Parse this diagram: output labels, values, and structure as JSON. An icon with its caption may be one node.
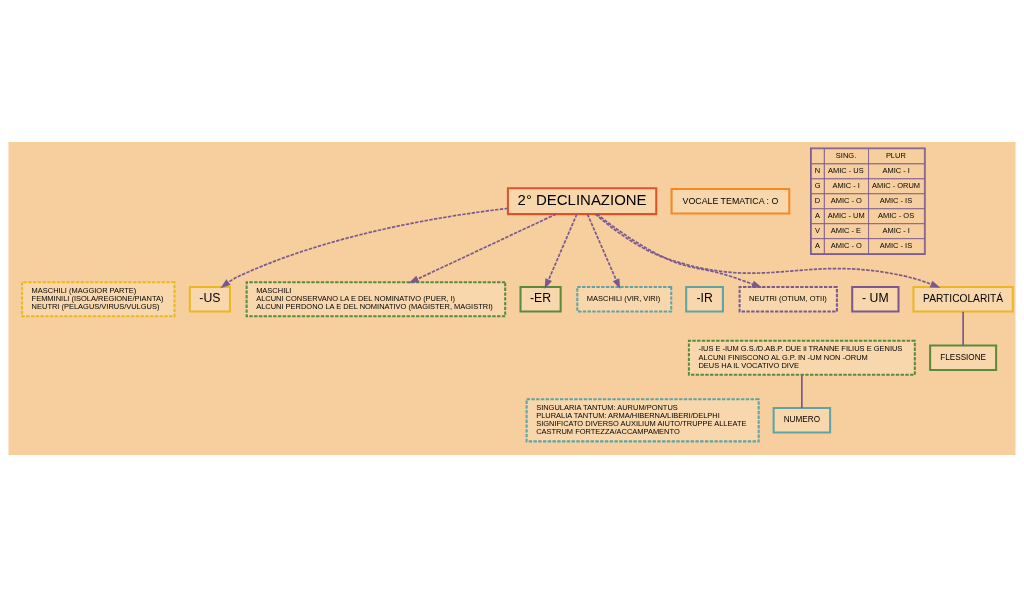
{
  "diagram": {
    "nodes": [
      {
        "text": [
          "2° DECLINAZIONE"
        ]
      },
      {
        "text": [
          "VOCALE TEMATICA : O"
        ]
      },
      {
        "text": [
          "-US"
        ]
      },
      {
        "text": [
          "MASCHILI (MAGGIOR PARTE)",
          "FEMMINILI (ISOLA/REGIONE/PIANTA)",
          "NEUTRI (PELAGUS/VIRUS/VULGUS)"
        ]
      },
      {
        "text": [
          "-ER"
        ]
      },
      {
        "text": [
          "MASCHILI",
          "ALCUNI CONSERVANO LA E DEL NOMINATIVO (PUER, I)",
          "ALCUNI PERDONO LA E DEL NOMINATIVO (MAGISTER, MAGISTRI)"
        ]
      },
      {
        "text": [
          "-IR"
        ]
      },
      {
        "text": [
          "MASCHILI (VIR, VIRI)"
        ]
      },
      {
        "text": [
          "- UM"
        ]
      },
      {
        "text": [
          "NEUTRI (OTIUM, OTII)"
        ]
      },
      {
        "text": [
          "PARTICOLARITÁ"
        ]
      },
      {
        "text": [
          "FLESSIONE"
        ]
      },
      {
        "text": [
          "-IUS E -IUM G.S./D.AB.P. DUE ii TRANNE FILIUS E GENIUS",
          "ALCUNI FINISCONO AL G.P. IN -UM NON -ORUM",
          "DEUS HA IL VOCATIVO DIVE"
        ]
      },
      {
        "text": [
          "NUMERO"
        ]
      },
      {
        "text": [
          "SINGULARIA TANTUM: AURUM/PONTUS",
          "PLURALIA TANTUM: ARMA/HIBERNA/LIBERI/DELPHI",
          "SIGNIFICATO DIVERSO AUXILIUM AIUTO/TRUPPE ALLEATE",
          "CASTRUM FORTEZZA/ACCAMPAMENTO"
        ]
      }
    ],
    "edges": [
      {
        "from": 0,
        "to": 2,
        "arrow": "to",
        "style": "dashed"
      },
      {
        "from": 0,
        "to": 4,
        "arrow": "to",
        "style": "dashed"
      },
      {
        "from": 0,
        "to": 5,
        "arrow": "to",
        "style": "dashed"
      },
      {
        "from": 0,
        "to": 7,
        "arrow": "to",
        "style": "dashed"
      },
      {
        "from": 0,
        "to": 9,
        "arrow": "to",
        "style": "dashed"
      },
      {
        "from": 0,
        "to": 10,
        "arrow": "to",
        "style": "dashed"
      },
      {
        "from": 10,
        "to": 11,
        "arrow": "none"
      },
      {
        "from": 12,
        "to": 13,
        "arrow": "none"
      }
    ],
    "labels": [
      "SING.",
      "PLUR",
      "N",
      "AMIC - US",
      "AMIC - I",
      "G",
      "AMIC - I",
      "AMIC - ORUM",
      "D",
      "AMIC - O",
      "AMIC - IS",
      "A",
      "AMIC - UM",
      "AMIC - OS",
      "V",
      "AMIC - E",
      "AMIC - I",
      "A",
      "AMIC - O",
      "AMIC - IS"
    ]
  }
}
